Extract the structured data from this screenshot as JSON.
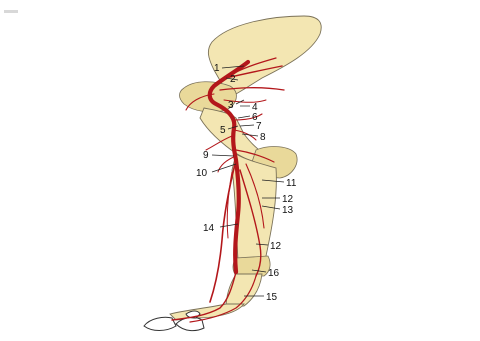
{
  "diagram": {
    "labels": [
      {
        "id": "l1",
        "text": "1"
      },
      {
        "id": "l2",
        "text": "2"
      },
      {
        "id": "l3",
        "text": "3"
      },
      {
        "id": "l4",
        "text": "4"
      },
      {
        "id": "l5",
        "text": "5"
      },
      {
        "id": "l6",
        "text": "6"
      },
      {
        "id": "l7",
        "text": "7"
      },
      {
        "id": "l8",
        "text": "8"
      },
      {
        "id": "l9",
        "text": "9"
      },
      {
        "id": "l10",
        "text": "10"
      },
      {
        "id": "l11",
        "text": "11"
      },
      {
        "id": "l12a",
        "text": "12"
      },
      {
        "id": "l13",
        "text": "13"
      },
      {
        "id": "l14",
        "text": "14"
      },
      {
        "id": "l12b",
        "text": "12"
      },
      {
        "id": "l16",
        "text": "16"
      },
      {
        "id": "l15",
        "text": "15"
      }
    ],
    "colors": {
      "bone": "#f3e6b2",
      "artery": "#b3171b",
      "outline": "#7a7158"
    }
  }
}
